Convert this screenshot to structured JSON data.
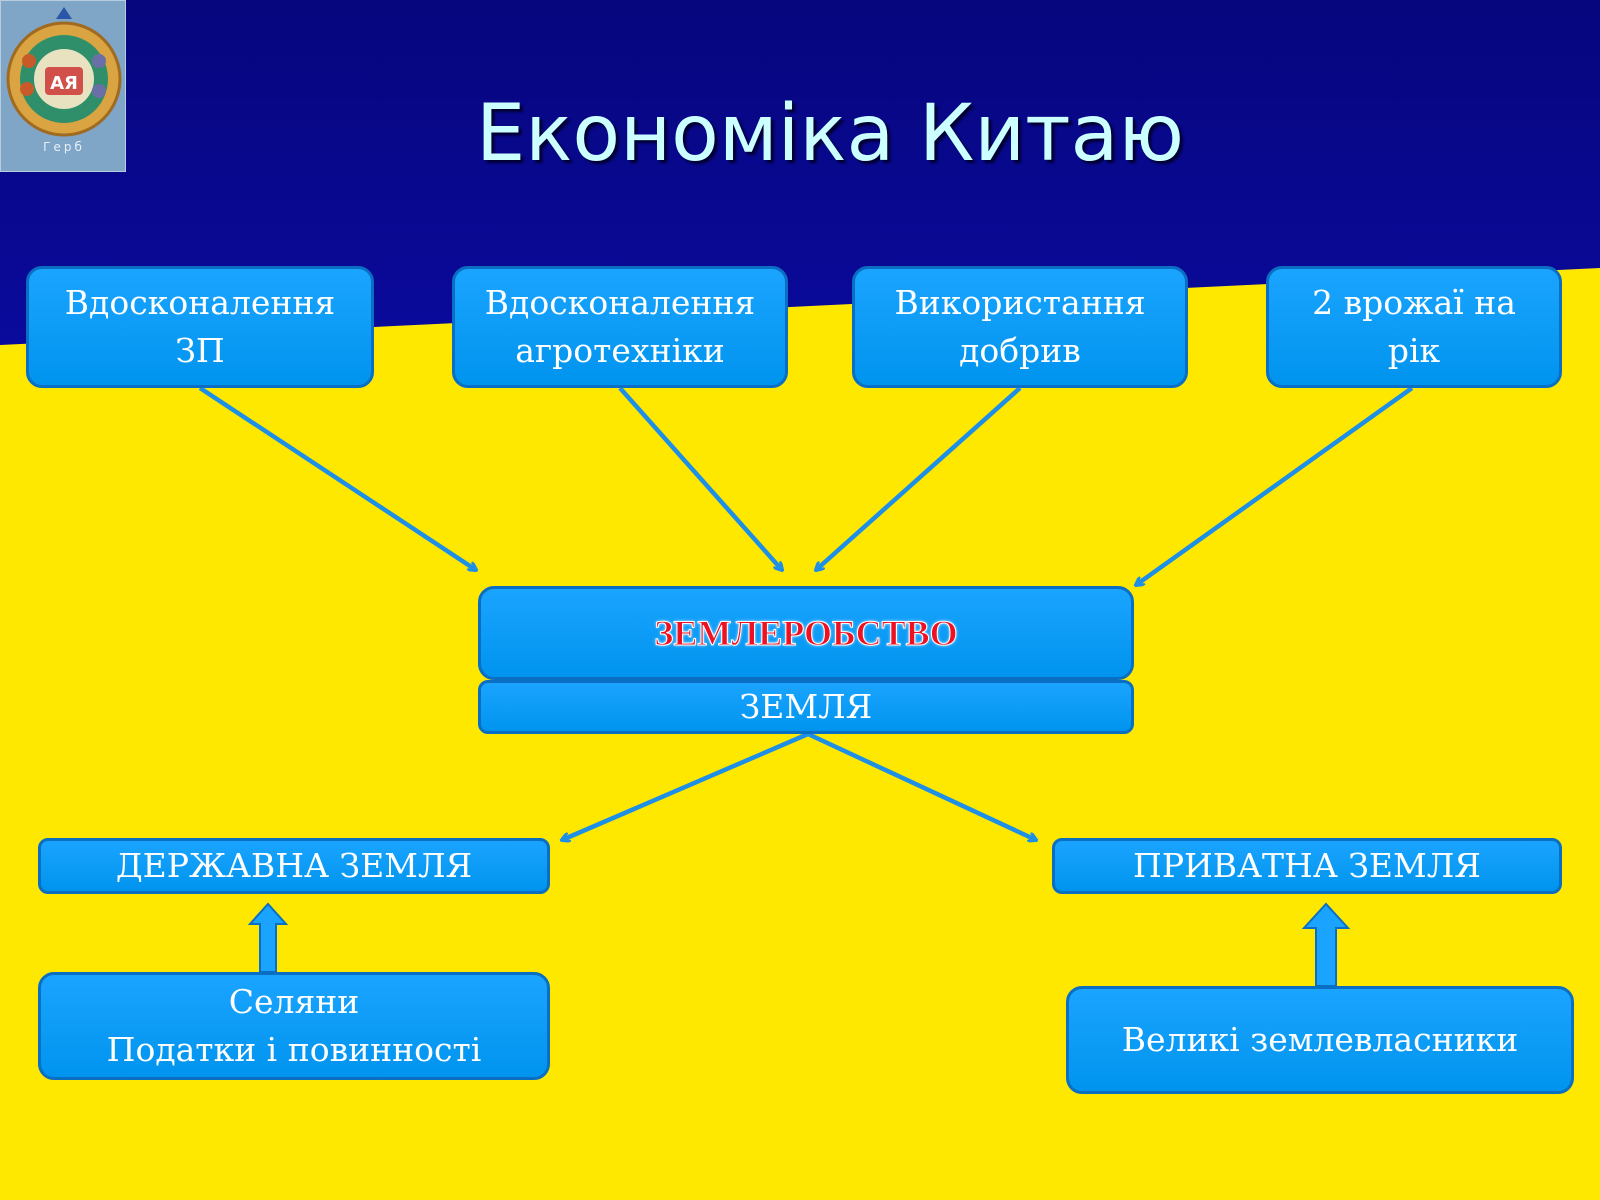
{
  "title": "Економіка Китаю",
  "colors": {
    "top_band": "#0a0a90",
    "bottom_band": "#ffe800",
    "box_fill": "#0e9cf7",
    "box_border": "#0a6fc2",
    "arrow": "#1d8fe6",
    "title_text": "#ccffff",
    "highlight_text": "#ee1122"
  },
  "logo": {
    "icon": "coat-of-arms-emblem",
    "letters": "АЯ",
    "caption": "Герб"
  },
  "diagram": {
    "top_boxes": [
      {
        "label": "Вдосконалення\nЗП"
      },
      {
        "label": "Вдосконалення\nагротехніки"
      },
      {
        "label": "Використання\nдобрив"
      },
      {
        "label": "2 врожаї на\nрік"
      }
    ],
    "center_box": {
      "label": "ЗЕМЛЕРОБСТВО"
    },
    "land_box": {
      "label": "ЗЕМЛЯ"
    },
    "state_land": {
      "label": "ДЕРЖАВНА ЗЕМЛЯ"
    },
    "private_land": {
      "label": "ПРИВАТНА ЗЕМЛЯ"
    },
    "peasants": {
      "label": "Селяни\nПодатки і повинності"
    },
    "landowners": {
      "label": "Великі землевласники"
    }
  }
}
